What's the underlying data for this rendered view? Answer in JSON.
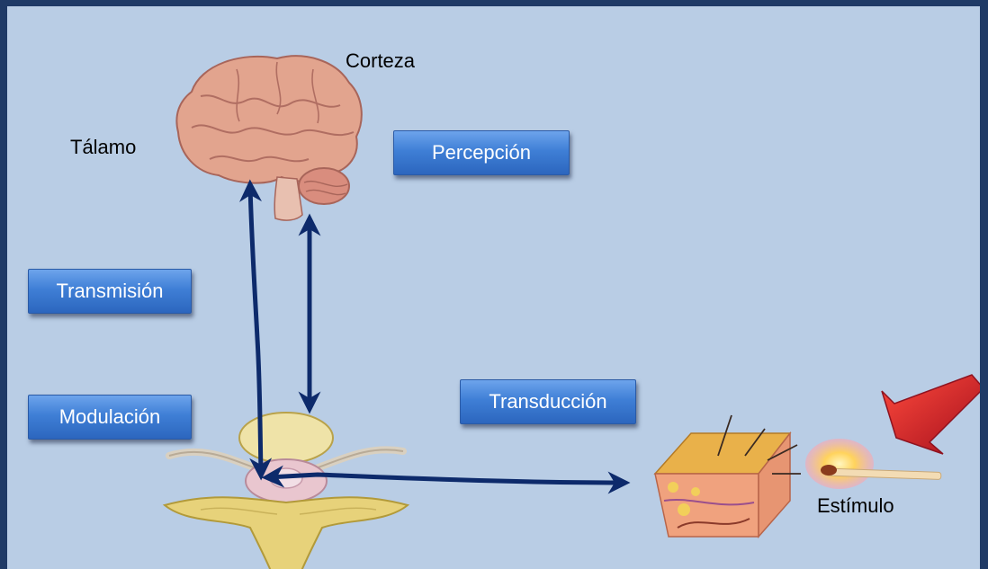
{
  "labels": {
    "corteza": "Corteza",
    "talamo": "Tálamo",
    "estimulo": "Estímulo"
  },
  "boxes": {
    "percepcion": "Percepción",
    "transmision": "Transmisión",
    "modulacion": "Modulación",
    "transduccion": "Transducción"
  },
  "colors": {
    "background": "#b9cde5",
    "frame": "#1f3a66",
    "arrow": "#0d2a6b",
    "box": "#3f7fd6",
    "stimulus_arrow": "#c8232a"
  },
  "illustrations": [
    "brain",
    "spinal-cord-cross-section",
    "skin-cross-section",
    "burning-match"
  ]
}
